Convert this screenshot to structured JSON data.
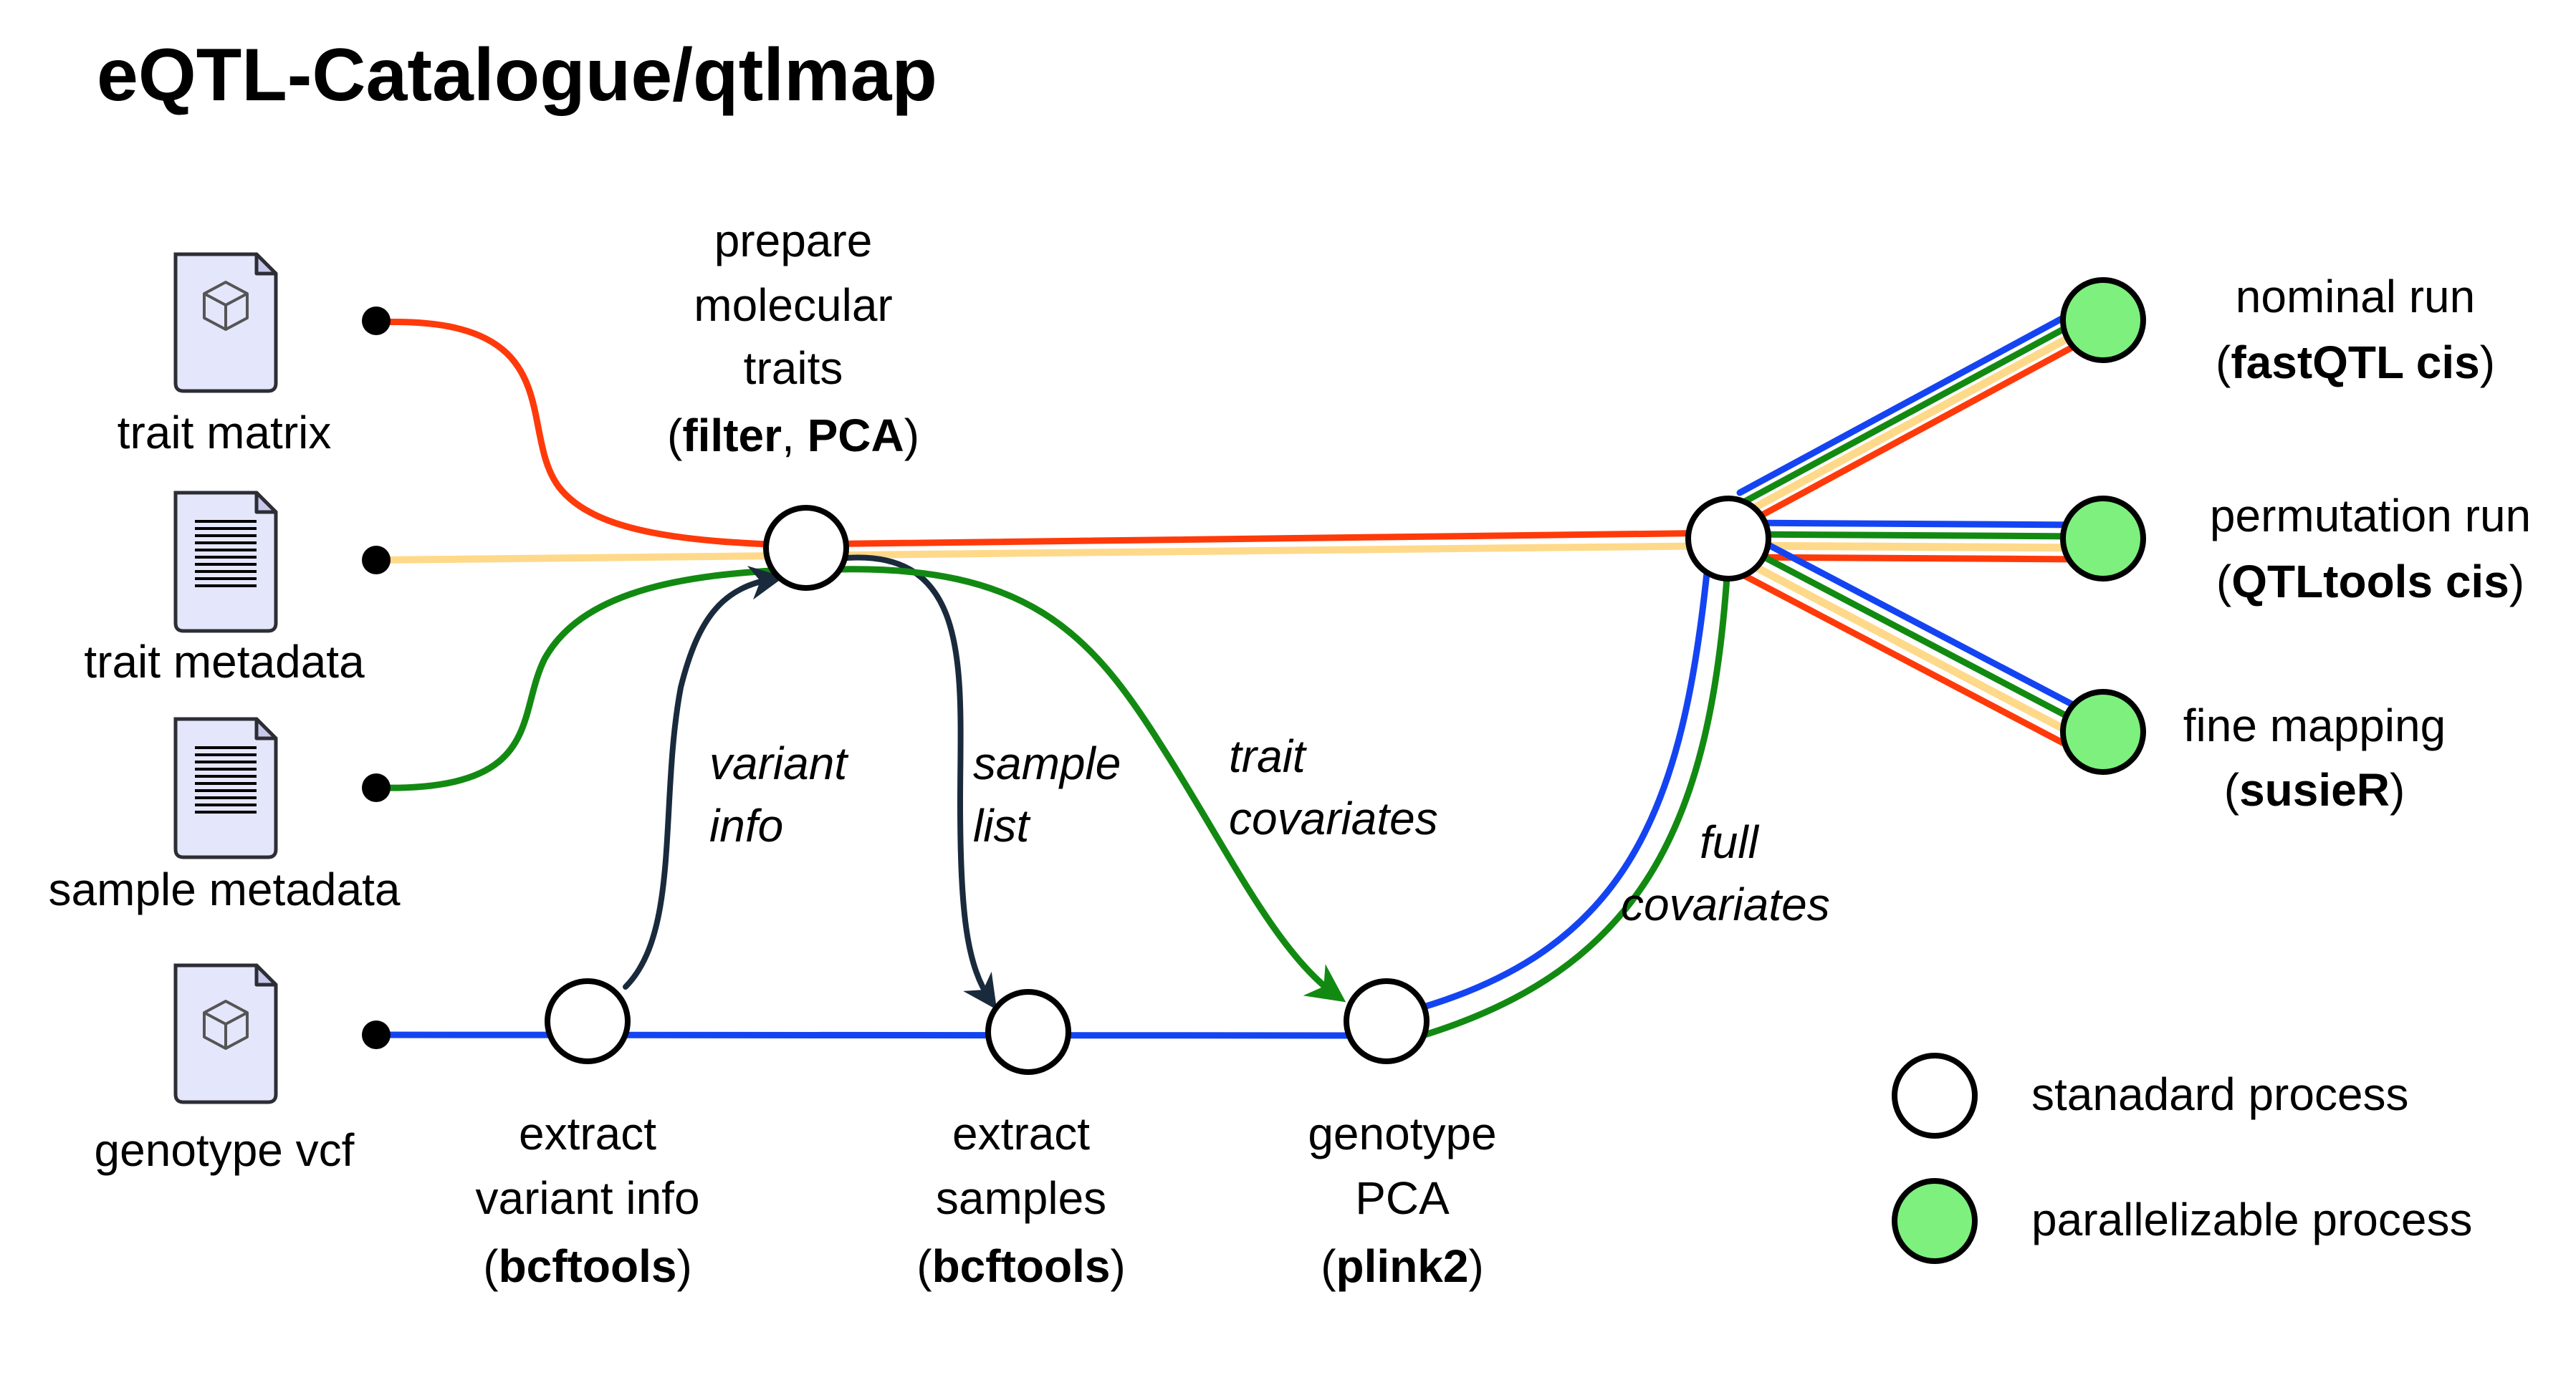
{
  "title": "eQTL-Catalogue/qtlmap",
  "colors": {
    "trait_matrix": "#ff3a0a",
    "trait_metadata": "#ffd98a",
    "sample_metadata": "#128a12",
    "genotype": "#1444f2",
    "internal": "#1a2a3d",
    "parallel_fill": "#7df07d",
    "doc_fill": "#e4e6fb"
  },
  "inputs": [
    {
      "id": "trait_matrix",
      "label": "trait matrix",
      "icon": "cube-file-icon"
    },
    {
      "id": "trait_metadata",
      "label": "trait metadata",
      "icon": "lines-file-icon"
    },
    {
      "id": "sample_metadata",
      "label": "sample metadata",
      "icon": "lines-file-icon"
    },
    {
      "id": "genotype_vcf",
      "label": "genotype vcf",
      "icon": "cube-file-icon"
    }
  ],
  "processes": {
    "prepare": {
      "line1": "prepare",
      "line2": "molecular",
      "line3": "traits",
      "open": "(",
      "tool1": "filter",
      "sep": ", ",
      "tool2": "PCA",
      "close": ")"
    },
    "extract_variant": {
      "line1": "extract",
      "line2": "variant info",
      "open": "(",
      "tool": "bcftools",
      "close": ")"
    },
    "extract_samples": {
      "line1": "extract",
      "line2": "samples",
      "open": "(",
      "tool": "bcftools",
      "close": ")"
    },
    "genotype_pca": {
      "line1": "genotype",
      "line2": "PCA",
      "open": "(",
      "tool": "plink2",
      "close": ")"
    },
    "nominal": {
      "line1": "nominal run",
      "open": "(",
      "tool": "fastQTL cis",
      "close": ")"
    },
    "permutation": {
      "line1": "permutation run",
      "open": "(",
      "tool": "QTLtools cis",
      "close": ")"
    },
    "finemap": {
      "line1": "fine mapping",
      "open": "(",
      "tool": "susieR",
      "close": ")"
    }
  },
  "edge_labels": {
    "variant_info": [
      "variant",
      "info"
    ],
    "sample_list": [
      "sample",
      "list"
    ],
    "trait_covariates": [
      "trait",
      "covariates"
    ],
    "full_covariates": [
      "full",
      "covariates"
    ]
  },
  "legend": {
    "standard": "stanadard process",
    "parallel": "parallelizable process"
  }
}
